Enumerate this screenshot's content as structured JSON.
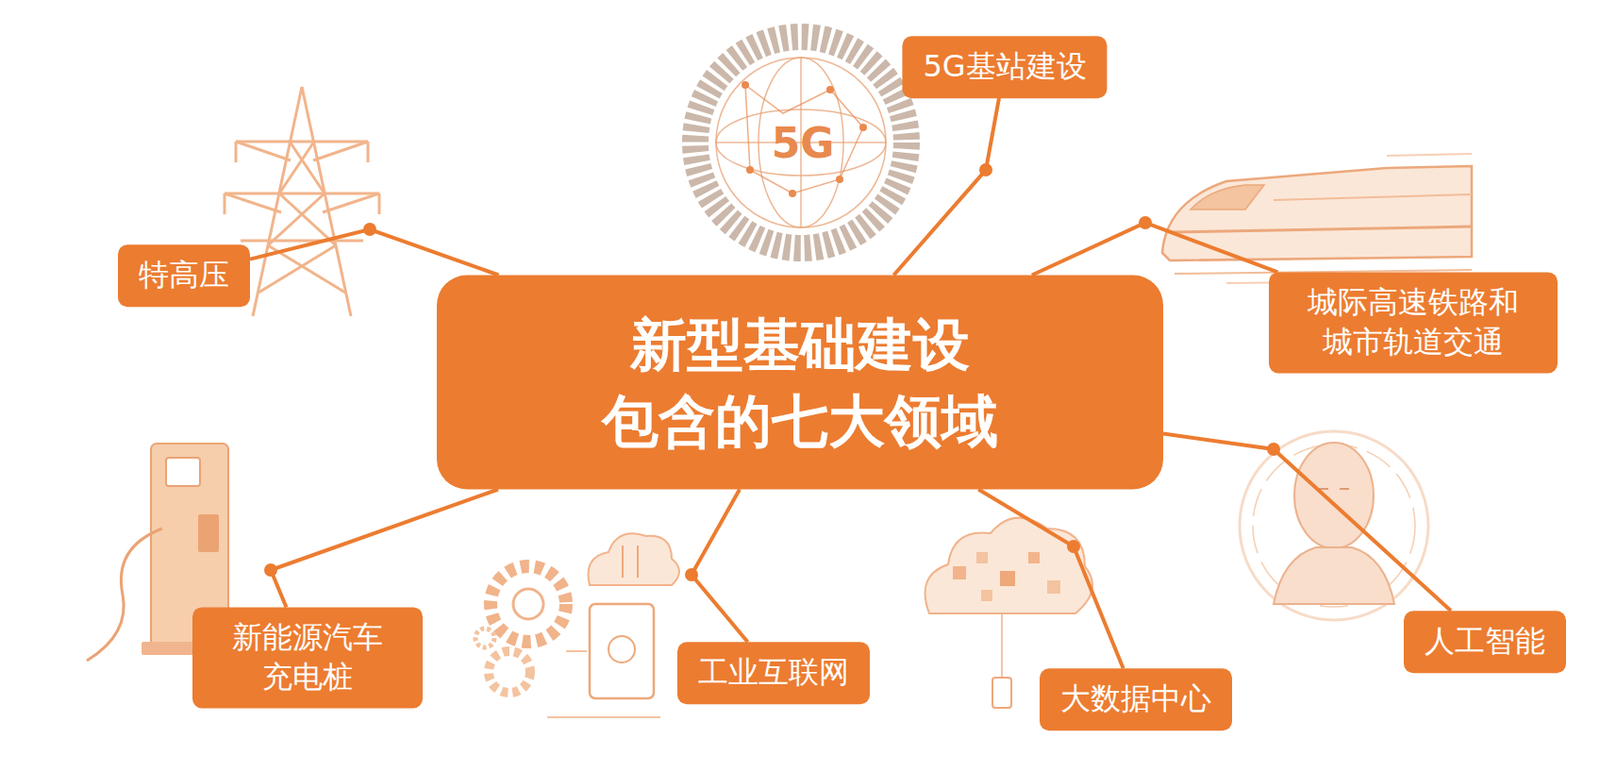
{
  "diagram": {
    "nodes": [
      {
        "text": [
          "新型基础建设 包含的七大领域"
        ]
      },
      {
        "text": [
          "5G基站建设"
        ]
      },
      {
        "text": [
          "特高压"
        ]
      },
      {
        "text": [
          "城际高速铁路和 城市轨道交通"
        ]
      },
      {
        "text": [
          "人工智能"
        ]
      },
      {
        "text": [
          "大数据中心"
        ]
      },
      {
        "text": [
          "工业互联网"
        ]
      },
      {
        "text": [
          "新能源汽车 充电桩"
        ]
      }
    ],
    "edges": [
      {
        "from": 0,
        "to": 1,
        "arrow": "none"
      },
      {
        "from": 0,
        "to": 2,
        "arrow": "none"
      },
      {
        "from": 0,
        "to": 3,
        "arrow": "none"
      },
      {
        "from": 0,
        "to": 4,
        "arrow": "none"
      },
      {
        "from": 0,
        "to": 5,
        "arrow": "none"
      },
      {
        "from": 0,
        "to": 6,
        "arrow": "none"
      },
      {
        "from": 0,
        "to": 7,
        "arrow": "none"
      }
    ],
    "labels": [
      "5G"
    ]
  }
}
